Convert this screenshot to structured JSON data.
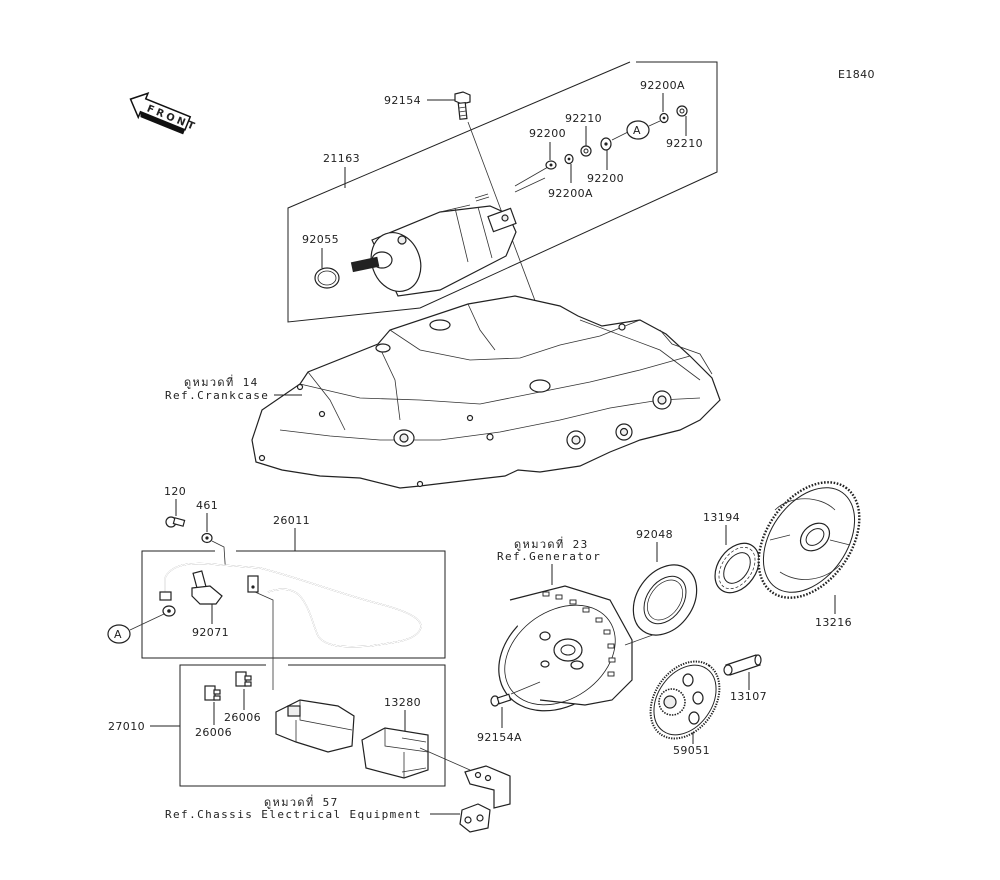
{
  "diagram": {
    "code": "E1840",
    "front_label": "FRONT",
    "callout_a": "A",
    "parts": [
      {
        "id": "p92154",
        "number": "92154",
        "name": "bolt"
      },
      {
        "id": "p21163",
        "number": "21163",
        "name": "starter-motor"
      },
      {
        "id": "p92055",
        "number": "92055",
        "name": "o-ring"
      },
      {
        "id": "p92200a_top",
        "number": "92200A",
        "name": "washer"
      },
      {
        "id": "p92210_top",
        "number": "92210",
        "name": "nut"
      },
      {
        "id": "p92200_left",
        "number": "92200",
        "name": "washer"
      },
      {
        "id": "p92210_right",
        "number": "92210",
        "name": "nut"
      },
      {
        "id": "p92200_mid",
        "number": "92200",
        "name": "washer"
      },
      {
        "id": "p92200a_low",
        "number": "92200A",
        "name": "washer"
      },
      {
        "id": "p120",
        "number": "120",
        "name": "bolt"
      },
      {
        "id": "p461",
        "number": "461",
        "name": "washer"
      },
      {
        "id": "p26011",
        "number": "26011",
        "name": "starter-cable"
      },
      {
        "id": "p92071",
        "number": "92071",
        "name": "cap"
      },
      {
        "id": "p27010",
        "number": "27010",
        "name": "starter-relay"
      },
      {
        "id": "p26006a",
        "number": "26006",
        "name": "fuse"
      },
      {
        "id": "p26006b",
        "number": "26006",
        "name": "fuse"
      },
      {
        "id": "p13280",
        "number": "13280",
        "name": "relay-box"
      },
      {
        "id": "p92048",
        "number": "92048",
        "name": "seal-plate"
      },
      {
        "id": "p13194",
        "number": "13194",
        "name": "one-way-clutch"
      },
      {
        "id": "p13216",
        "number": "13216",
        "name": "starter-gear"
      },
      {
        "id": "p13107",
        "number": "13107",
        "name": "shaft"
      },
      {
        "id": "p59051",
        "number": "59051",
        "name": "idle-gear"
      },
      {
        "id": "p92154a",
        "number": "92154A",
        "name": "bolt"
      }
    ],
    "references": {
      "crankcase": {
        "thai": "ดูหมวดที่ 14",
        "english": "Ref.Crankcase"
      },
      "generator": {
        "thai": "ดูหมวดที่ 23",
        "english": "Ref.Generator"
      },
      "chassis": {
        "thai": "ดูหมวดที่ 57",
        "english": "Ref.Chassis Electrical Equipment"
      }
    }
  }
}
